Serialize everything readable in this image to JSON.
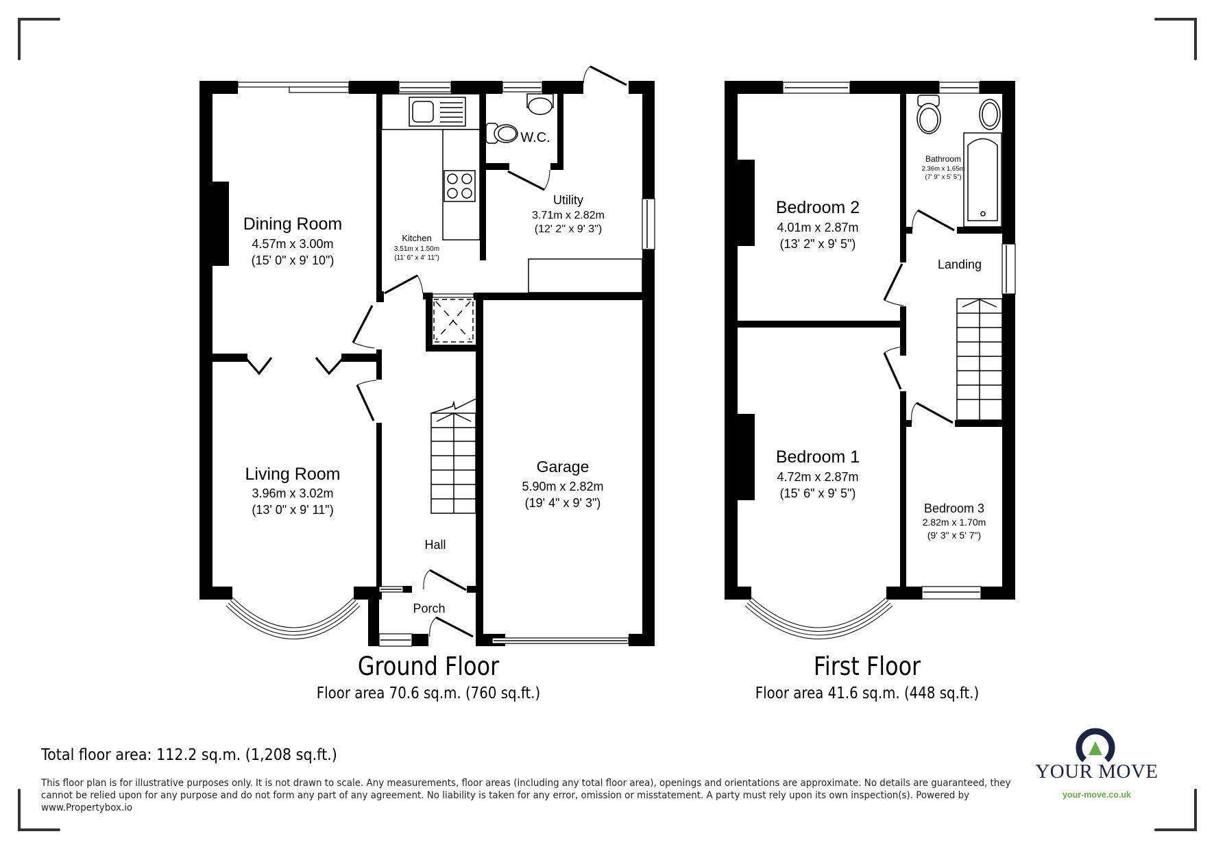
{
  "ground_floor": {
    "title": "Ground Floor",
    "area": "Floor area 70.6 sq.m. (760 sq.ft.)",
    "rooms": {
      "dining_room": {
        "name": "Dining Room",
        "metric": "4.57m x 3.00m",
        "imperial": "(15' 0\" x 9' 10\")"
      },
      "kitchen": {
        "name": "Kitchen",
        "metric": "3.51m x 1.50m",
        "imperial": "(11' 6\" x 4' 11\")"
      },
      "wc": {
        "name": "W.C."
      },
      "utility": {
        "name": "Utility",
        "metric": "3.71m x 2.82m",
        "imperial": "(12' 2\" x 9' 3\")"
      },
      "living_room": {
        "name": "Living Room",
        "metric": "3.96m x 3.02m",
        "imperial": "(13' 0\" x 9' 11\")"
      },
      "garage": {
        "name": "Garage",
        "metric": "5.90m x 2.82m",
        "imperial": "(19' 4\" x 9' 3\")"
      },
      "hall": {
        "name": "Hall"
      },
      "porch": {
        "name": "Porch"
      }
    }
  },
  "first_floor": {
    "title": "First Floor",
    "area": "Floor area 41.6 sq.m. (448 sq.ft.)",
    "rooms": {
      "bedroom_2": {
        "name": "Bedroom 2",
        "metric": "4.01m x 2.87m",
        "imperial": "(13' 2\" x 9' 5\")"
      },
      "bathroom": {
        "name": "Bathroom",
        "metric": "2.36m x 1.65m",
        "imperial": "(7' 9\" x 5' 5\")"
      },
      "landing": {
        "name": "Landing"
      },
      "bedroom_1": {
        "name": "Bedroom 1",
        "metric": "4.72m x 2.87m",
        "imperial": "(15' 6\" x 9' 5\")"
      },
      "bedroom_3": {
        "name": "Bedroom 3",
        "metric": "2.82m x 1.70m",
        "imperial": "(9' 3\" x 5' 7\")"
      }
    }
  },
  "total_area": "Total floor area: 112.2 sq.m. (1,208 sq.ft.)",
  "disclaimer": "This floor plan is for illustrative purposes only. It is not drawn to scale. Any measurements, floor areas (including any total floor area), openings and orientations are approximate. No details are guaranteed, they cannot be relied upon for any purpose and do not form any part of any agreement. No liability is taken for any error, omission or misstatement. A party must rely upon its own inspection(s). Powered by www.Propertybox.io",
  "logo": {
    "wordmark": "YOUR MOVE",
    "url": "your-move.co.uk",
    "colors": {
      "navy": "#1d2440",
      "green": "#6aa84f"
    }
  },
  "colors": {
    "wall": "#000000",
    "crop_marks": "#333333",
    "background": "#ffffff"
  }
}
